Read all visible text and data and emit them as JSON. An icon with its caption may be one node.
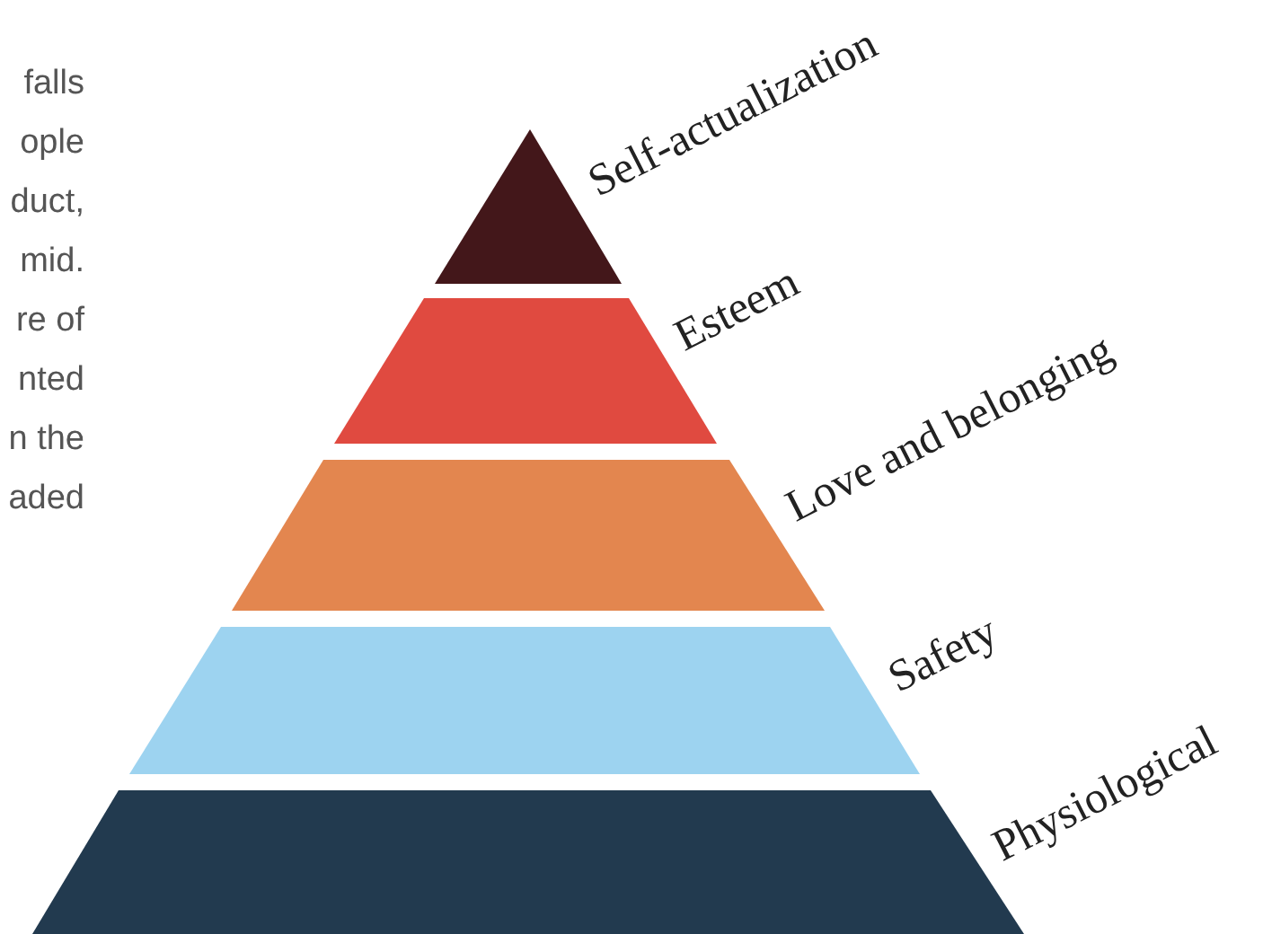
{
  "diagram": {
    "nodes": [
      {
        "text": [],
        "shape": "triangle",
        "beside": [
          "Self-actualization"
        ]
      },
      {
        "text": [],
        "shape": "trapezoid",
        "beside": [
          "Esteem"
        ]
      },
      {
        "text": [],
        "shape": "trapezoid",
        "beside": [
          "Love and belonging"
        ]
      },
      {
        "text": [],
        "shape": "trapezoid",
        "beside": [
          "Safety"
        ]
      },
      {
        "text": [],
        "shape": "trapezoid",
        "beside": [
          "Physiological"
        ]
      }
    ],
    "labels": [
      "falls",
      "ople",
      "duct,",
      "mid.",
      "re of",
      "nted",
      "n the",
      "aded"
    ]
  }
}
